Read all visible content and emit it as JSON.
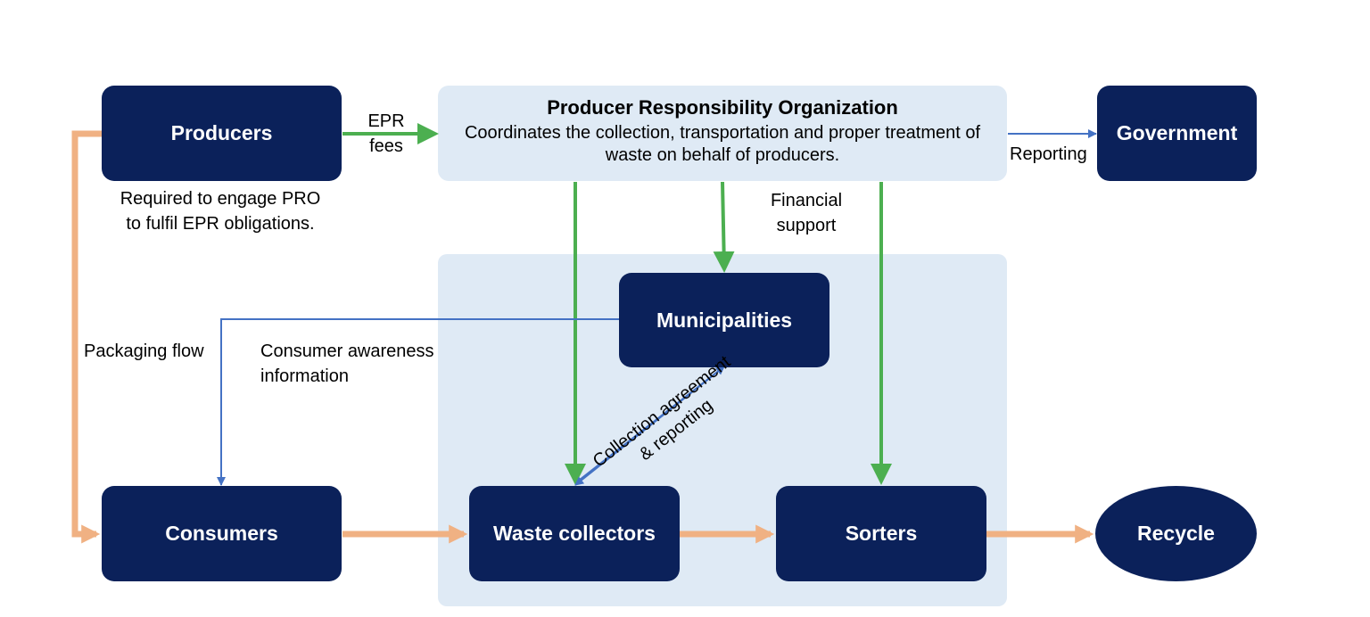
{
  "nodes": {
    "producers": "Producers",
    "pro_title": "Producer Responsibility Organization",
    "pro_desc": "Coordinates the collection, transportation and proper treatment of waste on behalf of producers.",
    "government": "Government",
    "municipalities": "Municipalities",
    "consumers": "Consumers",
    "waste_collectors": "Waste collectors",
    "sorters": "Sorters",
    "recycle": "Recycle"
  },
  "labels": {
    "epr_fees_1": "EPR",
    "epr_fees_2": "fees",
    "reporting": "Reporting",
    "producers_note_1": "Required to engage PRO",
    "producers_note_2": "to fulfil EPR obligations.",
    "financial_support_1": "Financial",
    "financial_support_2": "support",
    "packaging_flow": "Packaging flow",
    "consumer_awareness_1": "Consumer awareness",
    "consumer_awareness_2": "information",
    "collection_agreement_1": "Collection agreement",
    "collection_agreement_2": "& reporting"
  },
  "colors": {
    "node_fill": "#0b215a",
    "region_fill": "#dfeaf5",
    "financial_flow": "#4caf50",
    "information_flow": "#4472c4",
    "packaging_flow": "#f0b183"
  }
}
